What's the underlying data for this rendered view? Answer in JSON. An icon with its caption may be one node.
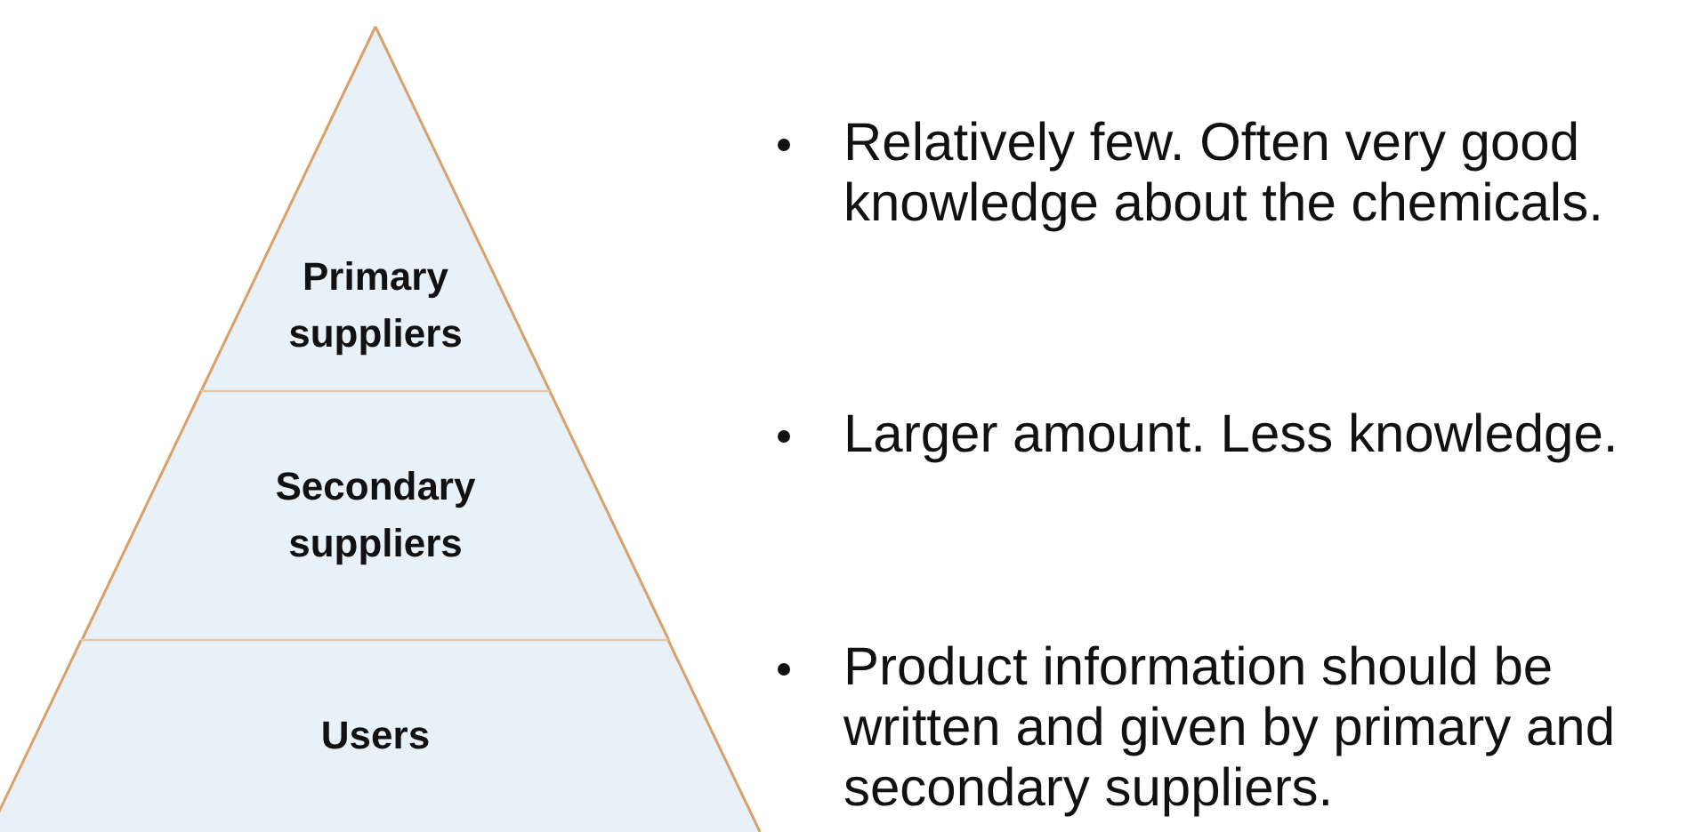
{
  "diagram": {
    "nodes": [
      {
        "text": [
          "Primary suppliers"
        ]
      },
      {
        "text": [
          "Secondary suppliers"
        ]
      },
      {
        "text": [
          "Users"
        ]
      }
    ],
    "edges": [],
    "labels": [
      "Relatively few. Often very good knowledge about the chemicals.",
      "Larger amount. Less knowledge.",
      "Product information should be written and given by primary and secondary suppliers."
    ]
  }
}
